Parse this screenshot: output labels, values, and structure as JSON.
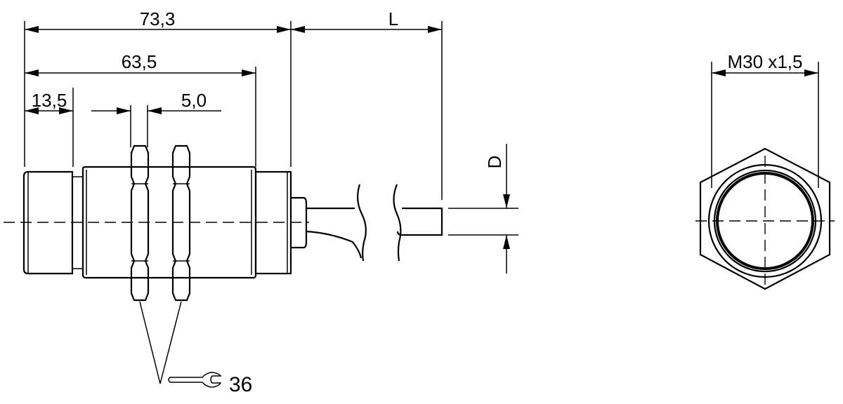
{
  "dimensions": {
    "overall_length": "73,3",
    "thread_length": "63,5",
    "face_length": "13,5",
    "nut_thickness": "5,0",
    "cable_length": "L",
    "cable_diameter": "D",
    "thread_size": "M30 x1,5"
  },
  "wrench_size": "36",
  "icons": {
    "wrench": "wrench-icon"
  }
}
